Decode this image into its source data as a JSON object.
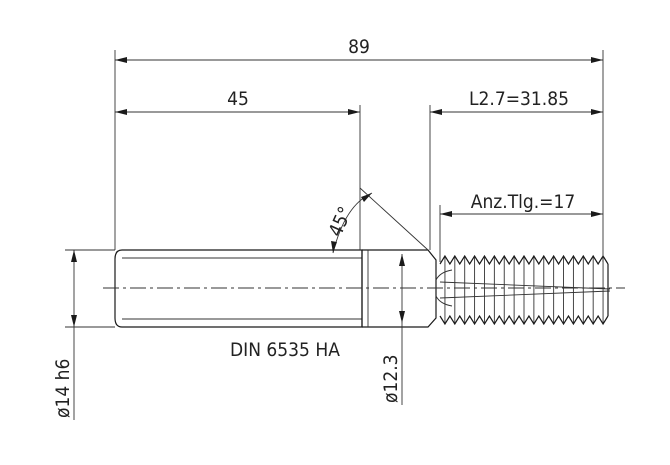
{
  "dimensions": {
    "overall_length": "89",
    "shank_length": "45",
    "thread_length": "L2.7=31.85",
    "chamfer_angle": "45°",
    "tooth_count": "Anz.Tlg.=17",
    "shank_diameter": "ø14 h6",
    "neck_diameter": "ø12.3"
  },
  "standard_label": "DIN 6535 HA",
  "colors": {
    "line": "#1a1a1a",
    "background": "#ffffff"
  }
}
